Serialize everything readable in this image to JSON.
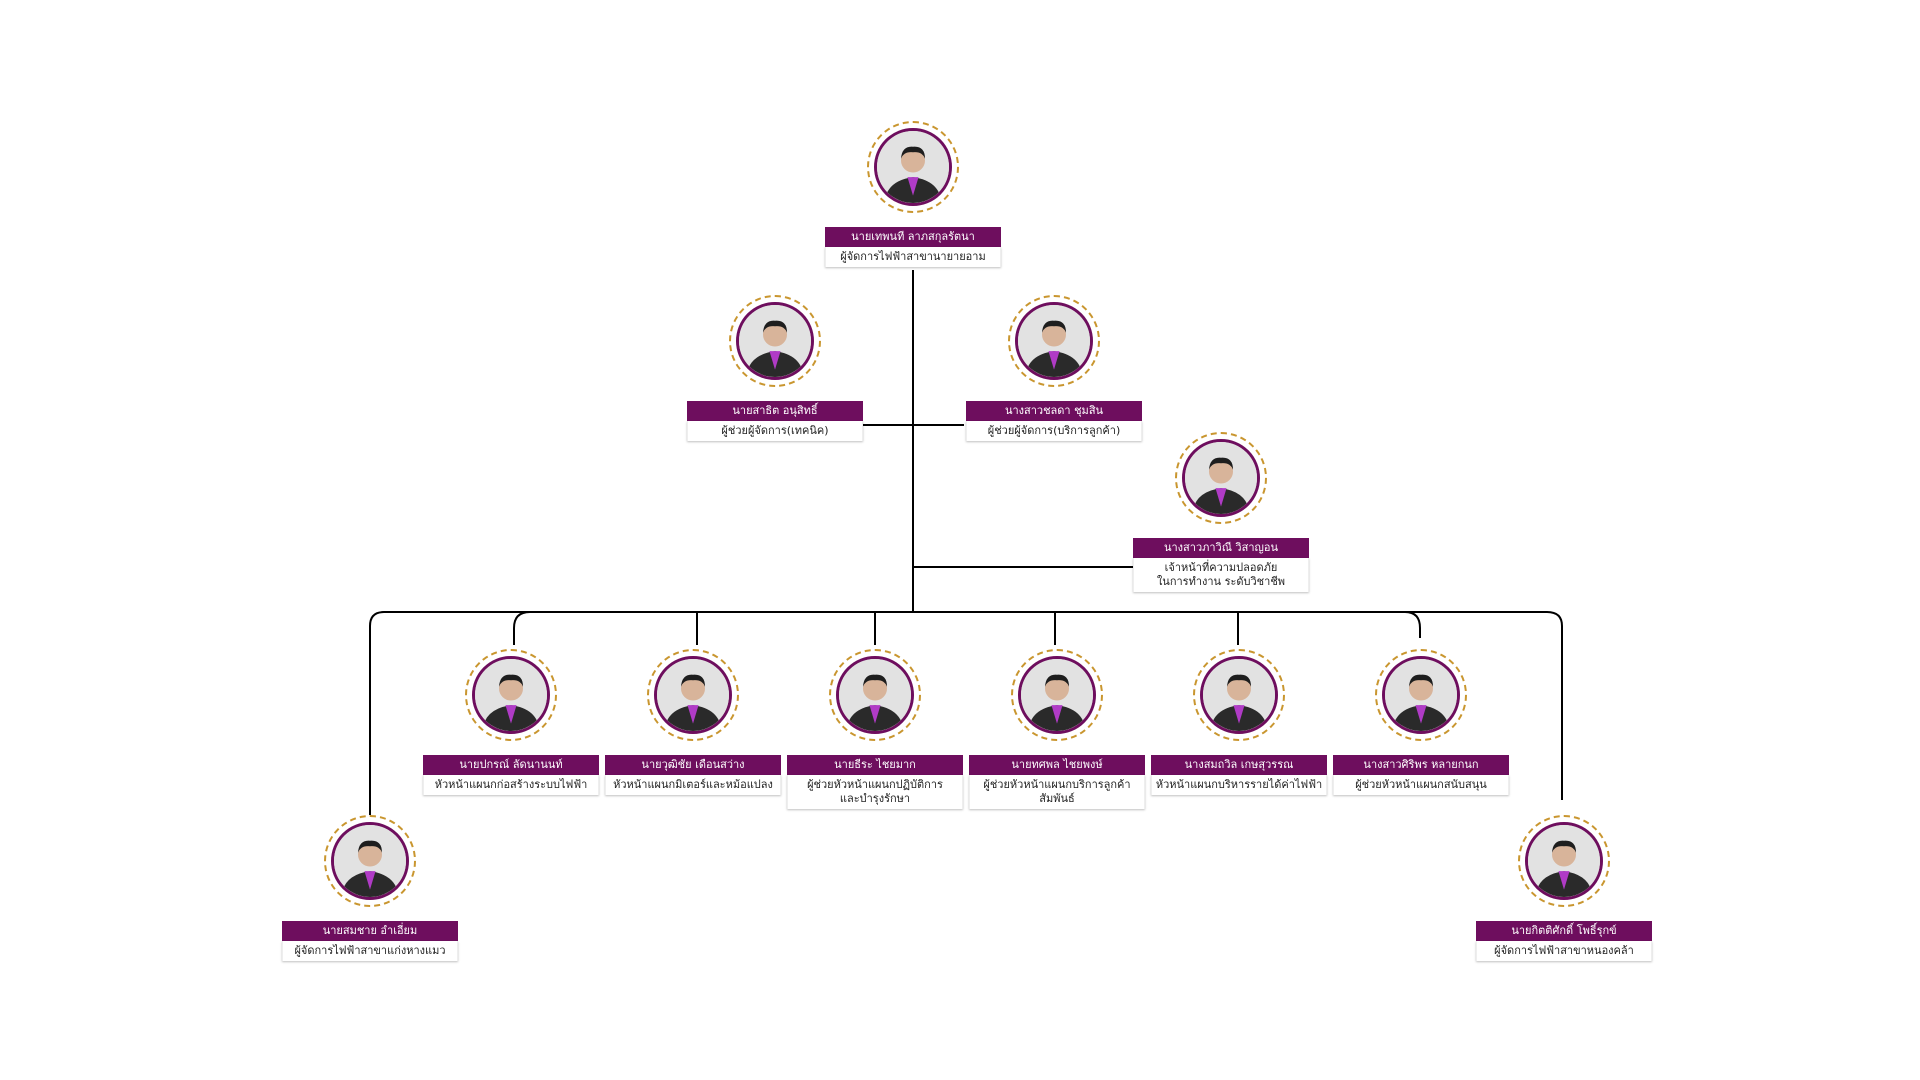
{
  "colors": {
    "accent": "#6e0e5e",
    "ring": "#c9962f",
    "line": "#000000",
    "shirt": "#b03bc6",
    "suit": "#2a2a2a"
  },
  "nodes": [
    {
      "id": "n0",
      "name": "นายเทพนที ลาภสกุลรัตนา",
      "title": "ผู้จัดการไฟฟ้าสาขานายายอาม",
      "icon": "person-photo-icon"
    },
    {
      "id": "n1",
      "name": "นายสาธิต อนุสิทธิ์",
      "title": "ผู้ช่วยผู้จัดการ(เทคนิค)",
      "icon": "person-photo-icon"
    },
    {
      "id": "n2",
      "name": "นางสาวชลดา ชุมสิน",
      "title": "ผู้ช่วยผู้จัดการ(บริการลูกค้า)",
      "icon": "person-photo-icon"
    },
    {
      "id": "n3",
      "name": "นางสาวภาวิณี วิสาญอน",
      "title": "เจ้าหน้าที่ความปลอดภัย\nในการทำงาน ระดับวิชาชีพ",
      "icon": "person-photo-icon"
    },
    {
      "id": "n4",
      "name": "นายปกรณ์ ลัดนานนท์",
      "title": "หัวหน้าแผนกก่อสร้างระบบไฟฟ้า",
      "icon": "person-photo-icon"
    },
    {
      "id": "n5",
      "name": "นายวุฒิชัย เดือนสว่าง",
      "title": "หัวหน้าแผนกมิเตอร์และหม้อแปลง",
      "icon": "person-photo-icon"
    },
    {
      "id": "n6",
      "name": "นายธีระ ไชยมาก",
      "title": "ผู้ช่วยหัวหน้าแผนกปฏิบัติการ\nและบำรุงรักษา",
      "icon": "person-photo-icon"
    },
    {
      "id": "n7",
      "name": "นายทศพล ไชยพงษ์",
      "title": "ผู้ช่วยหัวหน้าแผนกบริการลูกค้า\nสัมพันธ์",
      "icon": "person-photo-icon"
    },
    {
      "id": "n8",
      "name": "นางสมถวิล เกษสุวรรณ",
      "title": "หัวหน้าแผนกบริหารรายได้ค่าไฟฟ้า",
      "icon": "person-photo-icon"
    },
    {
      "id": "n9",
      "name": "นางสาวศิริพร หลายกนก",
      "title": "ผู้ช่วยหัวหน้าแผนกสนับสนุน",
      "icon": "person-photo-icon"
    },
    {
      "id": "n10",
      "name": "นายสมชาย อำเอี่ยม",
      "title": "ผู้จัดการไฟฟ้าสาขาแก่งหางแมว",
      "icon": "person-photo-icon"
    },
    {
      "id": "n11",
      "name": "นายกิตติศักดิ์ โพธิ์รุกข์",
      "title": "ผู้จัดการไฟฟ้าสาขาหนองคล้า",
      "icon": "person-photo-icon"
    }
  ]
}
